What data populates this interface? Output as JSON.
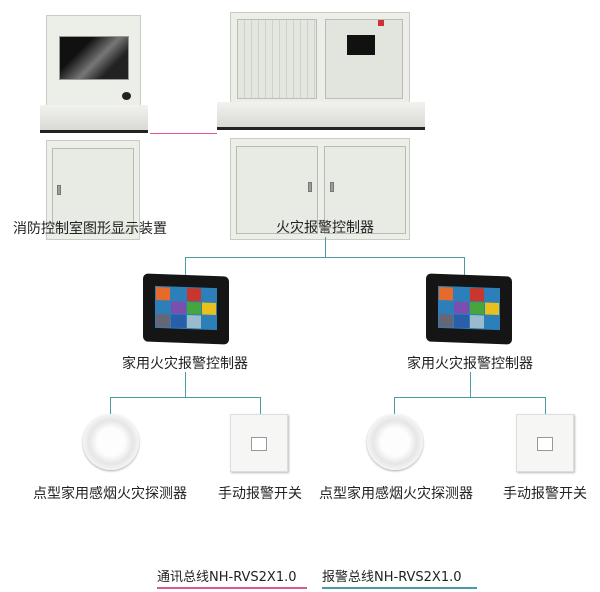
{
  "nodes": {
    "graphic_display": "消防控制室图形显示装置",
    "fire_controller": "火灾报警控制器",
    "home_controller_left": "家用火灾报警控制器",
    "home_controller_right": "家用火灾报警控制器",
    "smoke_detector_left": "点型家用感烟火灾探测器",
    "manual_switch_left": "手动报警开关",
    "smoke_detector_right": "点型家用感烟火灾探测器",
    "manual_switch_right": "手动报警开关"
  },
  "legend": [
    {
      "label": "通讯总线NH-RVS2X1.0",
      "color": "#e0529c"
    },
    {
      "label": "报警总线NH-RVS2X1.0",
      "color": "#4a9aa5"
    }
  ]
}
